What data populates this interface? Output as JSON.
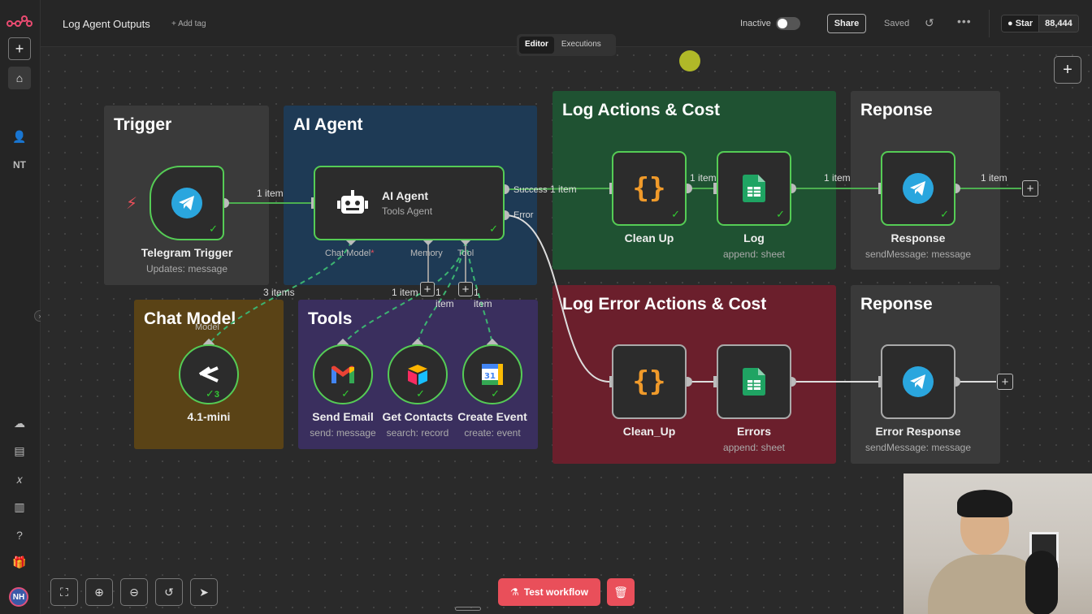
{
  "header": {
    "title": "Log Agent Outputs",
    "add_tag": "+ Add tag",
    "status": "Inactive",
    "share": "Share",
    "saved": "Saved",
    "github_star": "Star",
    "github_count": "88,444"
  },
  "tabs": {
    "editor": "Editor",
    "executions": "Executions"
  },
  "sidebar": {
    "user_initials": "NT",
    "avatar_initials": "NH"
  },
  "groups": {
    "trigger": "Trigger",
    "ai_agent": "AI Agent",
    "log_actions": "Log Actions & Cost",
    "response1": "Reponse",
    "chat_model": "Chat Model",
    "tools": "Tools",
    "log_error": "Log Error Actions & Cost",
    "response2": "Reponse"
  },
  "nodes": {
    "telegram_trigger": {
      "label": "Telegram Trigger",
      "sub": "Updates: message"
    },
    "ai_agent": {
      "label": "AI Agent",
      "sub": "Tools Agent"
    },
    "clean_up": {
      "label": "Clean Up"
    },
    "log": {
      "label": "Log",
      "sub": "append: sheet"
    },
    "response": {
      "label": "Response",
      "sub": "sendMessage: message"
    },
    "model": {
      "label": "4.1-mini",
      "port": "Model",
      "count": "3"
    },
    "send_email": {
      "label": "Send Email",
      "sub": "send: message"
    },
    "get_contacts": {
      "label": "Get Contacts",
      "sub": "search: record"
    },
    "create_event": {
      "label": "Create Event",
      "sub": "create: event"
    },
    "clean_up2": {
      "label": "Clean_Up"
    },
    "errors": {
      "label": "Errors",
      "sub": "append: sheet"
    },
    "error_response": {
      "label": "Error Response",
      "sub": "sendMessage: message"
    }
  },
  "ports": {
    "success": "Success",
    "error": "Error",
    "chat_model": "Chat Model",
    "chat_model_required": "*",
    "memory": "Memory",
    "tool": "Tool"
  },
  "connections": {
    "trigger_agent": "1 item",
    "success_clean": "1 item",
    "clean_log": "1 item",
    "log_response": "1 item",
    "response_out": "1 item",
    "model_items": "3 items",
    "tool_item1": "1 item",
    "tool_item2": "1 item",
    "tool_item3": "1 item"
  },
  "controls": {
    "test_workflow": "Test workflow"
  },
  "colors": {
    "trigger_bg": "#3a3a3a",
    "ai_agent_bg": "#1e3a55",
    "log_actions_bg": "#1f5232",
    "response_bg": "#3a3a3a",
    "chat_model_bg": "#5a4316",
    "tools_bg": "#3a2f5e",
    "log_error_bg": "#6b1f2c",
    "success_green": "#5c5",
    "test_red": "#e94f5a"
  }
}
